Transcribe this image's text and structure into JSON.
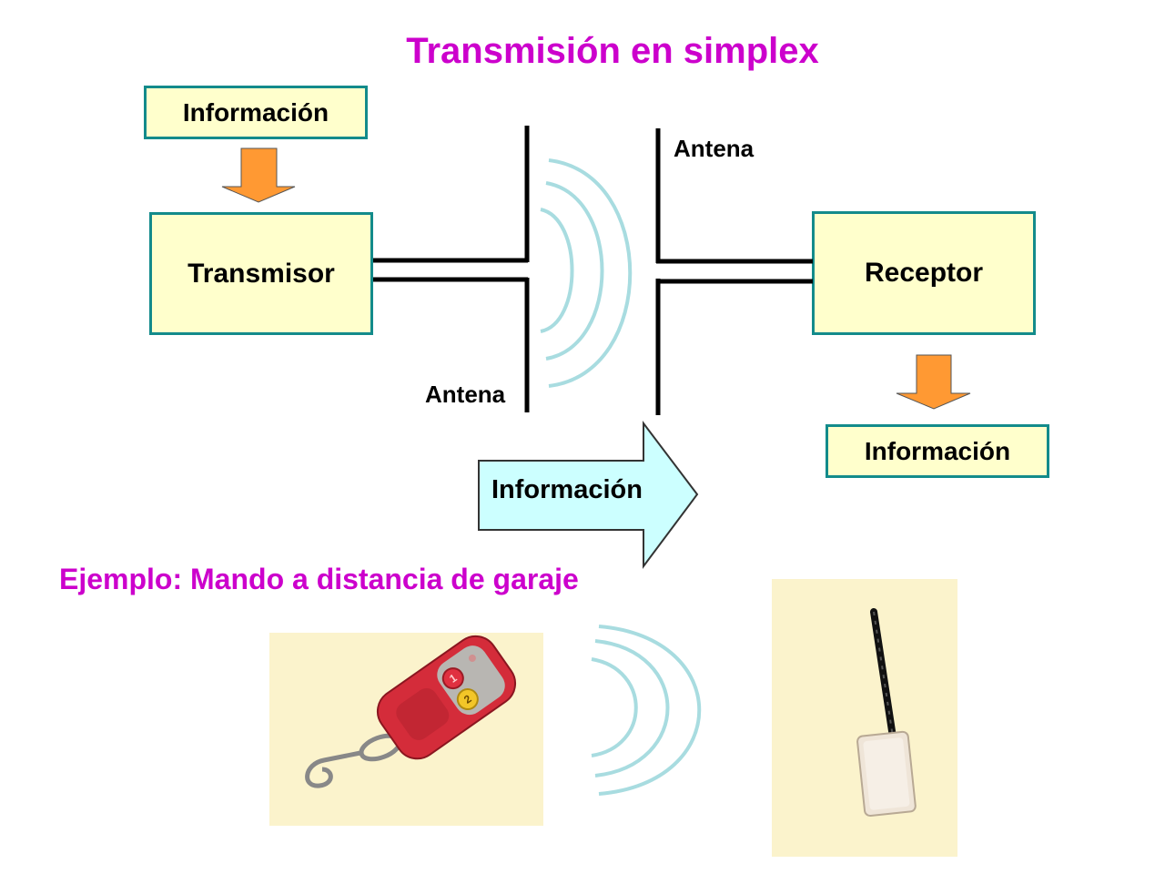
{
  "title": "Transmisión en simplex",
  "blocks": {
    "info_in": "Información",
    "transmitter": "Transmisor",
    "receiver": "Receptor",
    "info_out": "Información"
  },
  "antennas": {
    "tx_label": "Antena",
    "rx_label": "Antena"
  },
  "flow_arrow_label": "Información",
  "example_caption": "Ejemplo: Mando a distancia de garaje",
  "remote_buttons": [
    "1",
    "2"
  ],
  "colors": {
    "title": "#cc00cc",
    "box_fill": "#ffffcc",
    "box_border": "#138b8b",
    "down_arrow": "#ff9933",
    "flow_arrow": "#ccffff",
    "waves": "#a8dce0",
    "photo_bg": "#fbf3cc"
  }
}
